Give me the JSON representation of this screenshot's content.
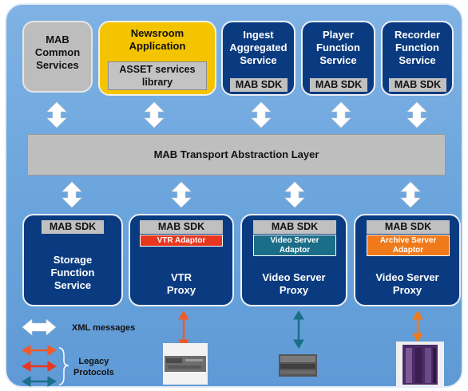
{
  "top_boxes": {
    "mab_common": {
      "title": "MAB\nCommon\nServices"
    },
    "newsroom": {
      "title": "Newsroom\nApplication",
      "inner": "ASSET services\nlibrary"
    },
    "ingest": {
      "title": "Ingest\nAggregated\nService",
      "sdk": "MAB SDK"
    },
    "player": {
      "title": "Player\nFunction\nService",
      "sdk": "MAB SDK"
    },
    "recorder": {
      "title": "Recorder\nFunction\nService",
      "sdk": "MAB SDK"
    }
  },
  "transport_layer": {
    "label": "MAB Transport Abstraction Layer"
  },
  "bottom_boxes": {
    "storage": {
      "sdk": "MAB SDK",
      "title": "Storage\nFunction\nService"
    },
    "vtr": {
      "sdk": "MAB SDK",
      "adaptor": "VTR Adaptor",
      "title": "VTR\nProxy"
    },
    "video_server": {
      "sdk": "MAB SDK",
      "adaptor": "Video Server\nAdaptor",
      "title": "Video Server\nProxy"
    },
    "archive": {
      "sdk": "MAB SDK",
      "adaptor": "Archive Server\nAdaptor",
      "title": "Video Server\nProxy"
    }
  },
  "legend": {
    "xml_messages": "XML messages",
    "legacy_protocols": "Legacy\nProtocols"
  },
  "colors": {
    "panel": "#6aa4dc",
    "navy_box": "#0a3b80",
    "grey_box": "#bdbdbd",
    "yellow_box": "#f5c400",
    "vtr_adaptor": "#e8371f",
    "video_adaptor": "#1b6e87",
    "archive_adaptor": "#f07a1a",
    "orange_arrow": "#f05a28",
    "teal_arrow": "#1a6f88"
  }
}
